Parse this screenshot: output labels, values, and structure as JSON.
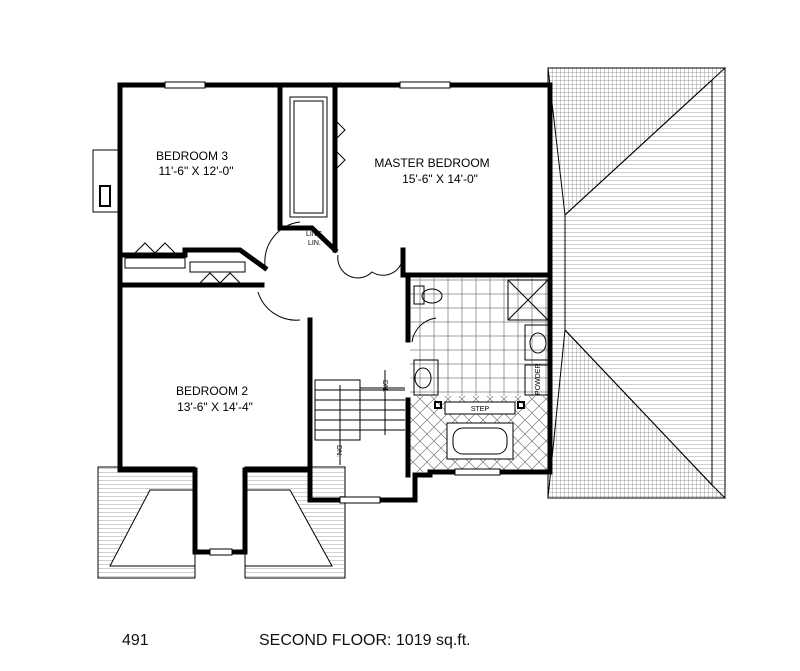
{
  "plan": {
    "rooms": [
      {
        "name": "BEDROOM 3",
        "size": "11'-6\" X 12'-0\""
      },
      {
        "name": "MASTER BEDROOM",
        "size": "15'-6\" X 14'-0\""
      },
      {
        "name": "BEDROOM 2",
        "size": "13'-6\" X 14'-4\""
      }
    ],
    "labels": {
      "linen_1": "LING.",
      "linen_2": "LIN.",
      "powder": "POWDER",
      "step": "STEP",
      "dn_1": "DN.",
      "dn_2": "DN."
    }
  },
  "footer": {
    "plan_number": "491",
    "caption": "SECOND FLOOR: 1019 sq.ft."
  }
}
